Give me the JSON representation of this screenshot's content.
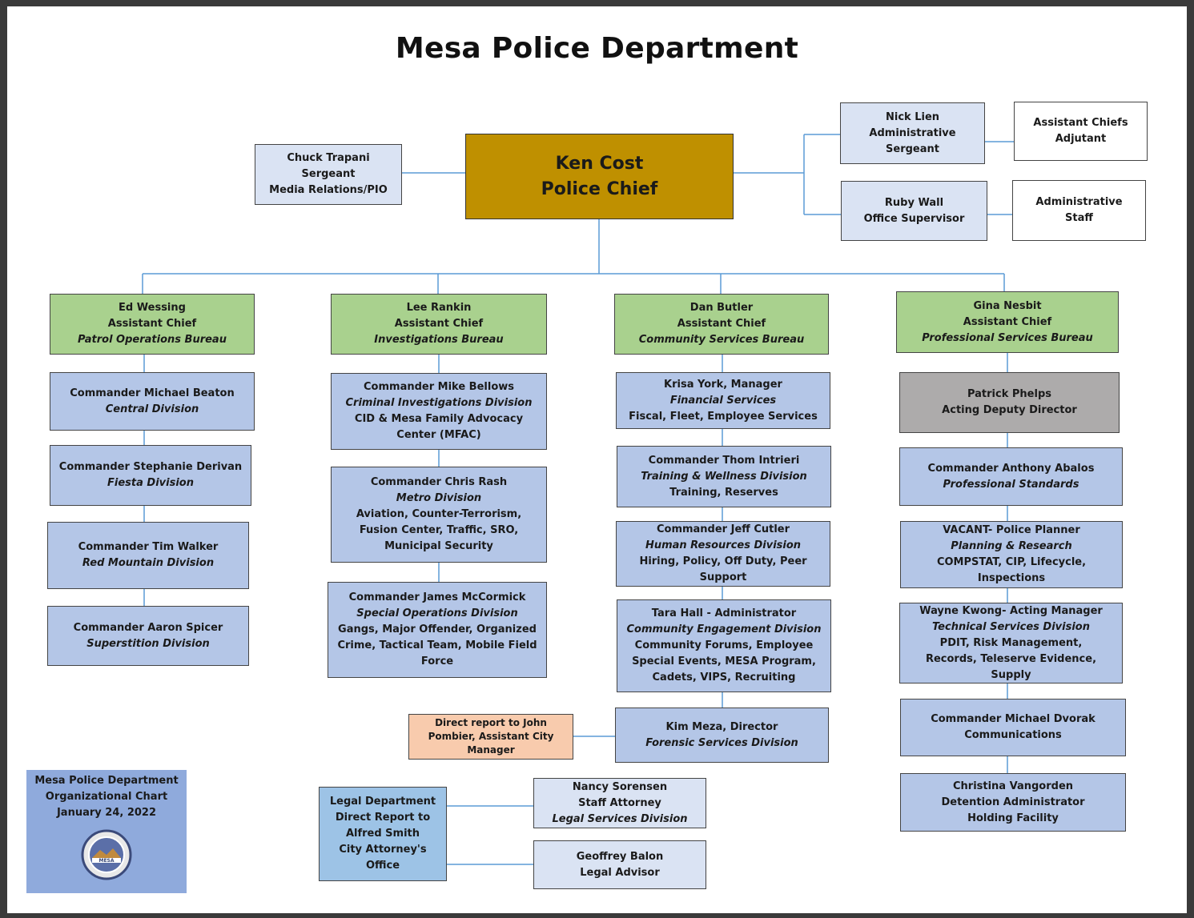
{
  "title": "Mesa Police Department",
  "chief": {
    "name": "Ken Cost",
    "role": "Police Chief"
  },
  "pio": {
    "name": "Chuck Trapani",
    "rank": "Sergeant",
    "unit": "Media Relations/PIO"
  },
  "admin_sgt": {
    "name": "Nick Lien",
    "title1": "Administrative",
    "title2": "Sergeant"
  },
  "adjutant": {
    "line1": "Assistant Chiefs",
    "line2": "Adjutant"
  },
  "office_sup": {
    "name": "Ruby Wall",
    "title": "Office Supervisor"
  },
  "admin_staff": {
    "line1": "Administrative",
    "line2": "Staff"
  },
  "patrol": {
    "head": {
      "name": "Ed Wessing",
      "title": "Assistant Chief",
      "bureau": "Patrol Operations Bureau"
    },
    "units": [
      {
        "name": "Commander Michael Beaton",
        "division": "Central Division"
      },
      {
        "name": "Commander Stephanie Derivan",
        "division": "Fiesta Division"
      },
      {
        "name": "Commander Tim Walker",
        "division": "Red Mountain Division"
      },
      {
        "name": "Commander Aaron Spicer",
        "division": "Superstition Division"
      }
    ]
  },
  "investigations": {
    "head": {
      "name": "Lee Rankin",
      "title": "Assistant Chief",
      "bureau": "Investigations Bureau"
    },
    "units": [
      {
        "name": "Commander Mike Bellows",
        "division": "Criminal Investigations Division",
        "detail1": "CID & Mesa Family Advocacy",
        "detail2": "Center (MFAC)"
      },
      {
        "name": "Commander Chris Rash",
        "division": "Metro Division",
        "detail1": "Aviation, Counter-Terrorism,",
        "detail2": "Fusion Center, Traffic, SRO,",
        "detail3": "Municipal Security"
      },
      {
        "name": "Commander James McCormick",
        "division": "Special Operations Division",
        "detail1": "Gangs, Major Offender, Organized",
        "detail2": "Crime, Tactical Team, Mobile Field",
        "detail3": "Force"
      }
    ]
  },
  "community": {
    "head": {
      "name": "Dan Butler",
      "title": "Assistant Chief",
      "bureau": "Community Services Bureau"
    },
    "units": [
      {
        "name": "Krisa York, Manager",
        "division": "Financial Services",
        "detail1": "Fiscal, Fleet, Employee Services"
      },
      {
        "name": "Commander Thom Intrieri",
        "division": "Training & Wellness Division",
        "detail1": "Training, Reserves"
      },
      {
        "name": "Commander Jeff Cutler",
        "division": "Human Resources Division",
        "detail1": "Hiring, Policy, Off Duty, Peer",
        "detail2": "Support"
      },
      {
        "name": "Tara Hall - Administrator",
        "division": "Community Engagement Division",
        "detail1": "Community Forums, Employee",
        "detail2": "Special Events, MESA Program,",
        "detail3": "Cadets, VIPS, Recruiting"
      },
      {
        "name": "Kim Meza, Director",
        "division": "Forensic Services Division"
      }
    ]
  },
  "direct_report": {
    "line1": "Direct report to John",
    "line2": "Pombier, Assistant City",
    "line3": "Manager"
  },
  "professional": {
    "head": {
      "name": "Gina Nesbit",
      "title": "Assistant Chief",
      "bureau": "Professional Services Bureau"
    },
    "deputy": {
      "name": "Patrick Phelps",
      "title": "Acting Deputy Director"
    },
    "units": [
      {
        "name": "Commander Anthony Abalos",
        "division": "Professional Standards"
      },
      {
        "name": "VACANT- Police Planner",
        "division": "Planning & Research",
        "detail1": "COMPSTAT, CIP, Lifecycle,",
        "detail2": "Inspections"
      },
      {
        "name": "Wayne Kwong- Acting Manager",
        "division": "Technical Services Division",
        "detail1": "PDIT, Risk Management,",
        "detail2": "Records, Teleserve Evidence, Supply"
      },
      {
        "name": "Commander Michael Dvorak",
        "detail1": "Communications"
      },
      {
        "name": "Christina Vangorden",
        "title": "Detention Administrator",
        "detail1": "Holding Facility"
      }
    ]
  },
  "legal": {
    "dept": {
      "line1": "Legal Department",
      "line2": "Direct Report to",
      "line3": "Alfred Smith",
      "line4": "City Attorney's",
      "line5": "Office"
    },
    "attorney": {
      "name": "Nancy Sorensen",
      "title": "Staff Attorney",
      "division": "Legal Services Division"
    },
    "advisor": {
      "name": "Geoffrey Balon",
      "title": "Legal Advisor"
    }
  },
  "info": {
    "line1": "Mesa Police Department",
    "line2": "Organizational Chart",
    "line3": "January 24, 2022",
    "seal_text": "MESA"
  },
  "colors": {
    "chief": "#bf9000",
    "assistant_chief": "#a9d18e",
    "unit": "#b4c6e7",
    "staff": "#dae3f3",
    "deputy": "#adabab",
    "direct_report": "#f8cbad",
    "legal_dept": "#9dc3e6",
    "info": "#8faadc",
    "connector": "#5b9bd5"
  }
}
